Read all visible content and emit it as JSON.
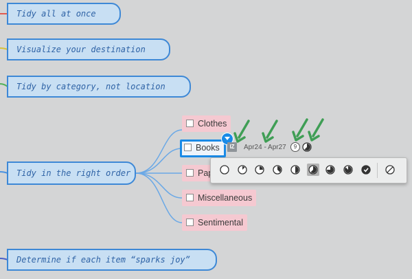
{
  "main_topics": [
    {
      "id": "t1",
      "label": "Tidy all at once"
    },
    {
      "id": "t2",
      "label": "Visualize your destination"
    },
    {
      "id": "t3",
      "label": "Tidy by category, not location"
    },
    {
      "id": "t4",
      "label": "Tidy in the right order"
    },
    {
      "id": "t5",
      "label": "Determine if each item “sparks joy”"
    }
  ],
  "subtopics": [
    {
      "label": "Clothes"
    },
    {
      "label": "Books"
    },
    {
      "label": "Pap"
    },
    {
      "label": "Miscellaneous"
    },
    {
      "label": "Sentimental"
    }
  ],
  "selected_subtopic": {
    "index": 1,
    "tag": "IZ",
    "date_range": "Apr24 - Apr27",
    "priority": "9",
    "progress_fraction": 0.625
  },
  "progress_popup": {
    "options": [
      {
        "name": "progress-0-icon",
        "fraction": 0
      },
      {
        "name": "progress-12-icon",
        "fraction": 0.125
      },
      {
        "name": "progress-25-icon",
        "fraction": 0.25
      },
      {
        "name": "progress-37-icon",
        "fraction": 0.375
      },
      {
        "name": "progress-50-icon",
        "fraction": 0.5
      },
      {
        "name": "progress-62-icon",
        "fraction": 0.625
      },
      {
        "name": "progress-75-icon",
        "fraction": 0.75
      },
      {
        "name": "progress-87-icon",
        "fraction": 0.875
      },
      {
        "name": "progress-done-icon",
        "fraction": 1
      },
      {
        "name": "progress-none-icon",
        "fraction": null
      }
    ],
    "active_index": 5
  },
  "colors": {
    "accent": "#1a8ae6",
    "topic_fill": "#c8dff3",
    "topic_border": "#3d88d6",
    "subtopic_fill": "#f5c9d1",
    "arrow": "#3f9e55",
    "branch_line_t1": "#e25a4f",
    "branch_line_t2": "#d6c23a",
    "branch_line_t3": "#52b25a",
    "branch_line_t4": "#4a92e0",
    "branch_line_t5": "#4a5fc8"
  }
}
